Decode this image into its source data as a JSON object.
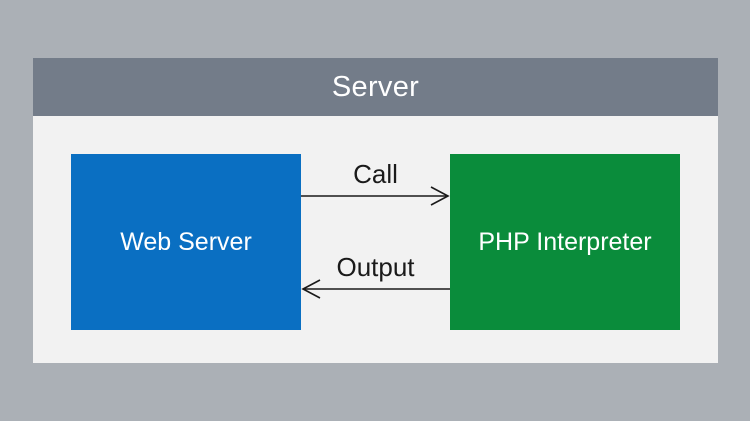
{
  "diagram": {
    "container": {
      "title": "Server",
      "header_color": "#737c89",
      "body_color": "#f2f2f2"
    },
    "nodes": [
      {
        "id": "web-server",
        "label": "Web Server",
        "color": "#0a6fc2"
      },
      {
        "id": "php-interpreter",
        "label": "PHP Interpreter",
        "color": "#0a8c3b"
      }
    ],
    "edges": [
      {
        "from": "web-server",
        "to": "php-interpreter",
        "label": "Call"
      },
      {
        "from": "php-interpreter",
        "to": "web-server",
        "label": "Output"
      }
    ],
    "background_color": "#abb0b6"
  }
}
